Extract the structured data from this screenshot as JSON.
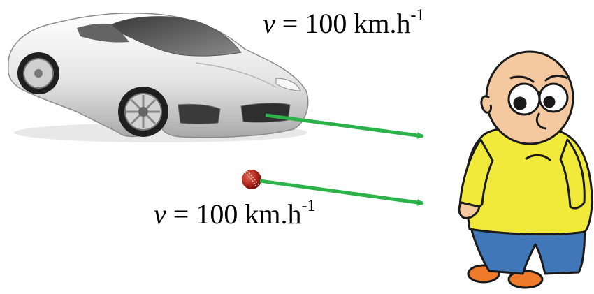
{
  "car_velocity": {
    "variable": "v",
    "equals": "=",
    "value": "100",
    "unit": "km.h",
    "exponent": "-1"
  },
  "ball_velocity": {
    "variable": "v",
    "equals": "=",
    "value": "100",
    "unit": "km.h",
    "exponent": "-1"
  },
  "colors": {
    "arrow": "#2bb34a",
    "car_body": "#e6e6e6",
    "ball": "#c0392b",
    "shirt": "#f2ea3a",
    "pants": "#3f77b8",
    "shoes": "#ee7a2a",
    "skin": "#f4c9a0"
  }
}
